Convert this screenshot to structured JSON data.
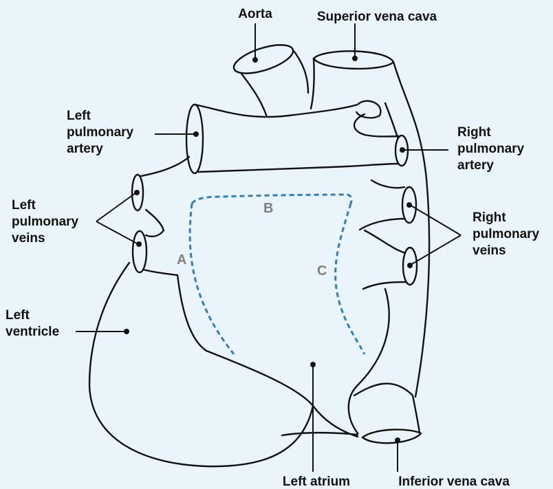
{
  "labels": {
    "aorta": "Aorta",
    "svc": "Superior vena cava",
    "lpa": [
      "Left",
      "pulmonary",
      "artery"
    ],
    "rpa": [
      "Right",
      "pulmonary",
      "artery"
    ],
    "lpv": [
      "Left",
      "pulmonary",
      "veins"
    ],
    "rpv": [
      "Right",
      "pulmonary",
      "veins"
    ],
    "lv": [
      "Left",
      "ventricle"
    ],
    "la": "Left atrium",
    "ivc": "Inferior vena cava"
  },
  "regions": {
    "a": "A",
    "b": "B",
    "c": "C"
  },
  "colors": {
    "background": "#eaf4fb",
    "dashed_line": "#2f7fc0",
    "region_text": "#808080",
    "outline": "#111111"
  }
}
